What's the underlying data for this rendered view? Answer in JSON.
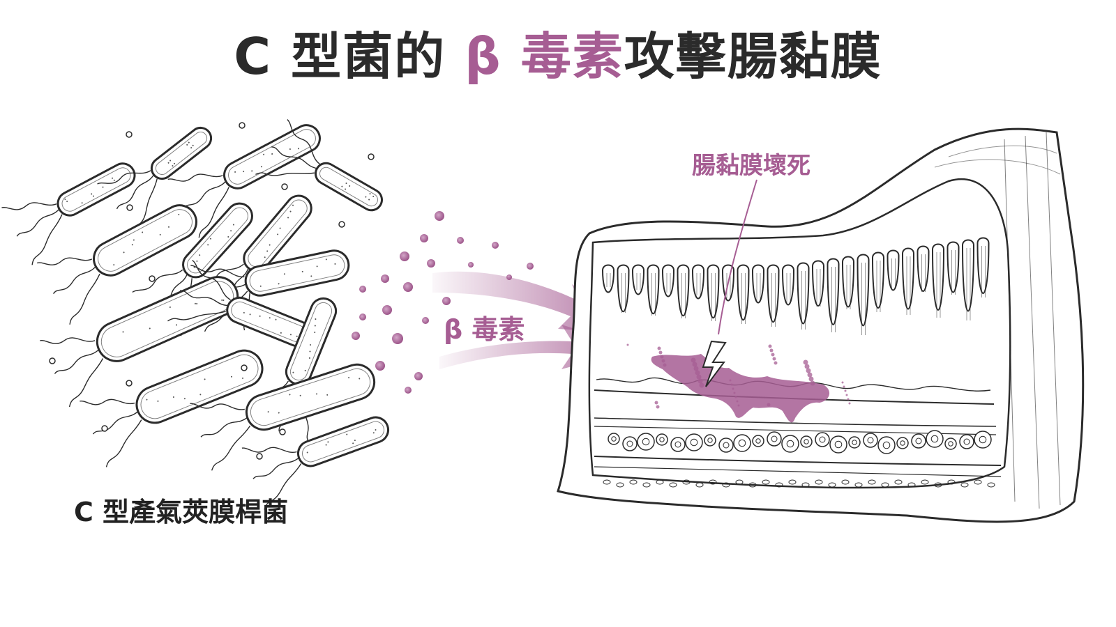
{
  "title": {
    "part1": "C 型菌的 ",
    "part2": "β 毒素",
    "part3": "攻擊腸黏膜"
  },
  "labels": {
    "bacteria": "C 型產氣莢膜桿菌",
    "toxin": "β 毒素",
    "necrosis": "腸黏膜壞死"
  },
  "colors": {
    "accent": "#a65d93",
    "text": "#222222",
    "outline": "#2b2b2b"
  }
}
